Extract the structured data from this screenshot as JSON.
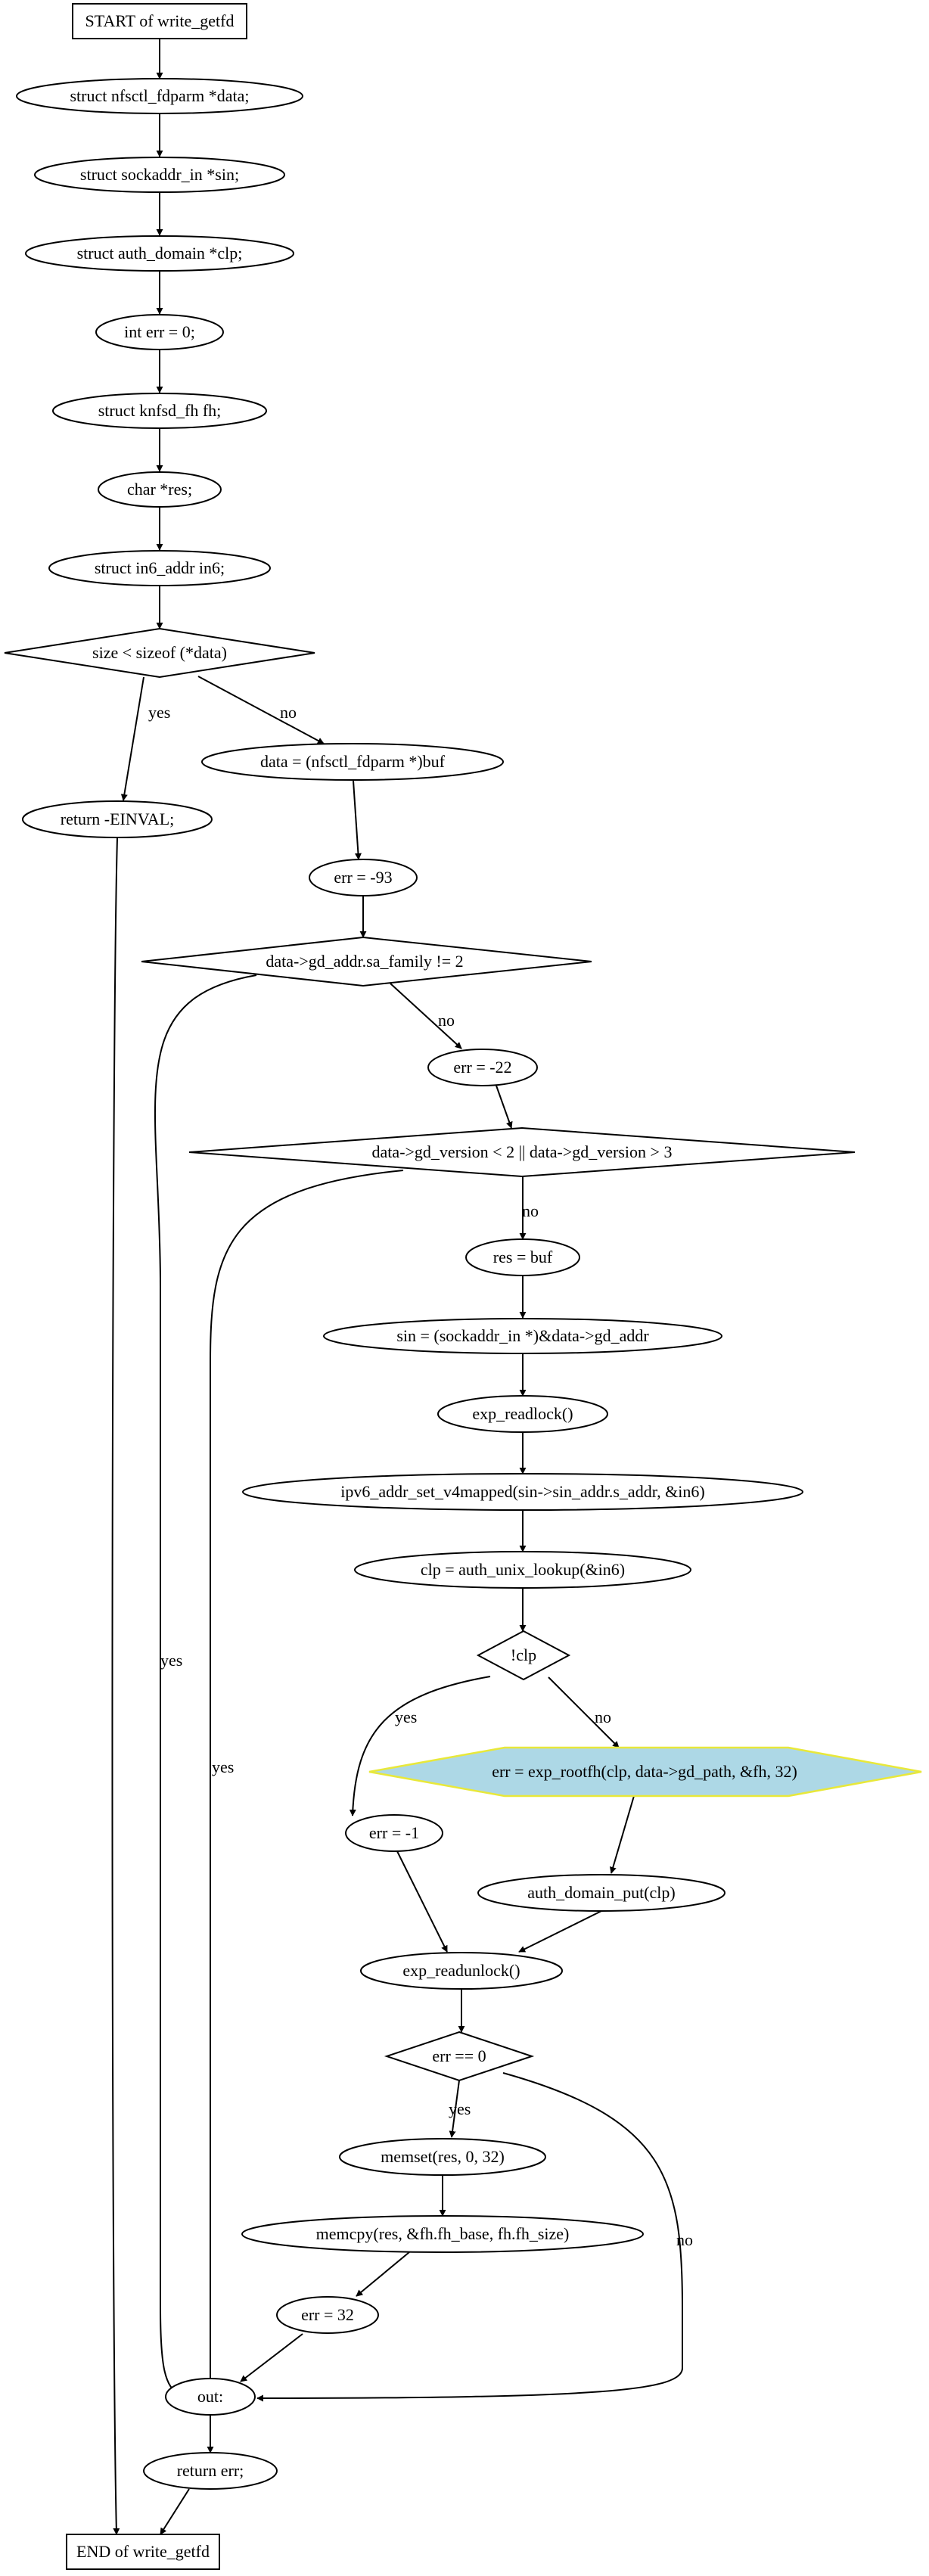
{
  "diagram": {
    "nodes": {
      "start": "START of write_getfd",
      "decl_data": "struct nfsctl_fdparm *data;",
      "decl_sin": "struct sockaddr_in *sin;",
      "decl_clp": "struct auth_domain *clp;",
      "decl_err": "int err = 0;",
      "decl_fh": "struct knfsd_fh fh;",
      "decl_res": "char *res;",
      "decl_in6": "struct in6_addr in6;",
      "cond_size": "size < sizeof (*data)",
      "ret_einval": "return -EINVAL;",
      "assign_data": "data = (nfsctl_fdparm *)buf",
      "err_93": "err = -93",
      "cond_family": "data->gd_addr.sa_family != 2",
      "err_22": "err = -22",
      "cond_version": "data->gd_version < 2 || data->gd_version > 3",
      "res_buf": "res = buf",
      "sin_assign": "sin = (sockaddr_in *)&data->gd_addr",
      "readlock": "exp_readlock()",
      "v4mapped": "ipv6_addr_set_v4mapped(sin->sin_addr.s_addr, &in6)",
      "lookup": "clp = auth_unix_lookup(&in6)",
      "cond_clp": "!clp",
      "rootfh": "err = exp_rootfh(clp, data->gd_path, &fh, 32)",
      "err_1": "err = -1",
      "domain_put": "auth_domain_put(clp)",
      "readunlock": "exp_readunlock()",
      "cond_err0": "err == 0",
      "memset": "memset(res, 0, 32)",
      "memcpy": "memcpy(res, &fh.fh_base, fh.fh_size)",
      "err_32": "err = 32",
      "out": "out:",
      "ret_err": "return err;",
      "end": "END of write_getfd"
    },
    "edge_labels": {
      "size_yes": "yes",
      "size_no": "no",
      "family_yes": "yes",
      "family_no": "no",
      "version_yes": "yes",
      "version_no": "no",
      "clp_yes": "yes",
      "clp_no": "no",
      "err0_yes": "yes",
      "err0_no": "no"
    },
    "colors": {
      "highlight_fill": "#add8e6",
      "highlight_stroke": "#e8e83a",
      "line": "#000000",
      "background": "#ffffff"
    }
  }
}
